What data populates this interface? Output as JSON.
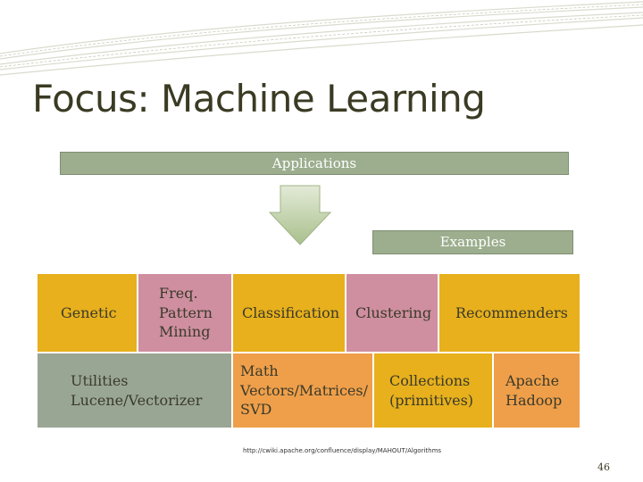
{
  "slide": {
    "title": "Focus: Machine Learning",
    "applications_label": "Applications",
    "examples_label": "Examples",
    "url": "http://cwiki.apache.org/confluence/display/MAHOUT/Algorithms",
    "page_number": "46"
  },
  "top_row": {
    "genetic": "Genetic",
    "freq_lines": [
      "Freq.",
      "Pattern",
      "Mining"
    ],
    "classification": "Classification",
    "clustering": "Clustering",
    "recommenders": "Recommenders"
  },
  "bottom_row": {
    "utilities_lines": [
      "Utilities",
      "Lucene/Vectorizer"
    ],
    "math_lines": [
      "Math",
      "Vectors/Matrices/",
      "SVD"
    ],
    "collections_lines": [
      "Collections",
      "(primitives)"
    ],
    "hadoop_lines": [
      "Apache",
      "Hadoop"
    ]
  },
  "colors": {
    "yellow": "#e7b01c",
    "pink": "#cf8fa0",
    "sage": "#9aa694",
    "orange": "#ef9f4a",
    "bar_green": "#9cae8e",
    "title_text": "#3b3b24"
  }
}
